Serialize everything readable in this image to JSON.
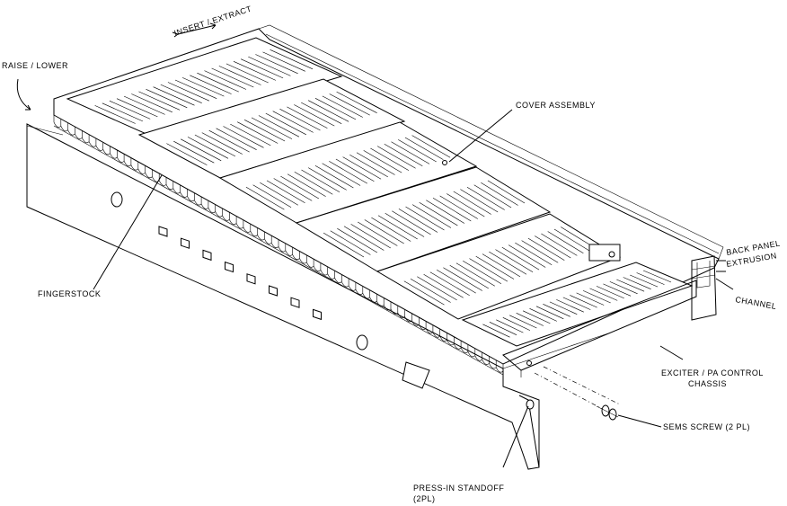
{
  "diagram": {
    "labels": {
      "insert_extract": "INSERT / EXTRACT",
      "raise_lower": "RAISE / LOWER",
      "cover_assembly": "COVER ASSEMBLY",
      "back_panel_extrusion_1": "BACK PANEL",
      "back_panel_extrusion_2": "EXTRUSION",
      "channel": "CHANNEL",
      "fingerstock": "FINGERSTOCK",
      "exciter_1": "EXCITER / PA CONTROL",
      "exciter_2": "CHASSIS",
      "sems_screw": "SEMS SCREW (2 PL)",
      "press_in_1": "PRESS-IN STANDOFF",
      "press_in_2": "(2PL)"
    },
    "colors": {
      "line": "#000000",
      "background": "#ffffff"
    }
  }
}
